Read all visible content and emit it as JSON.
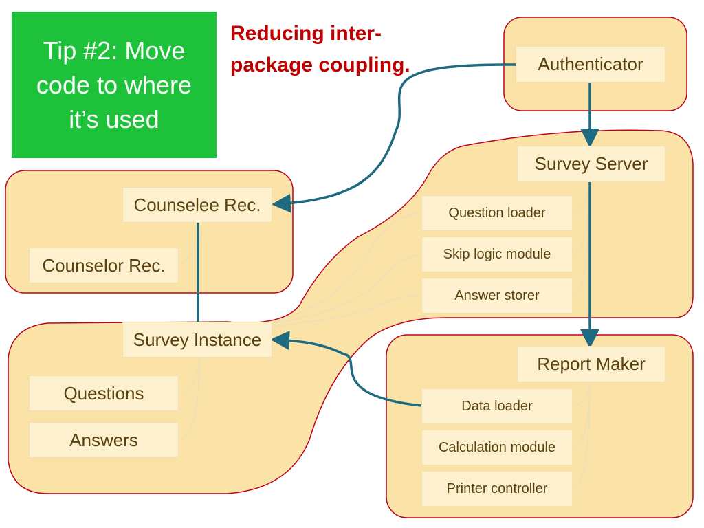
{
  "tip": {
    "text": "Tip #2: Move code to where it’s used"
  },
  "heading": "Reducing inter-package coupling.",
  "colors": {
    "tip_background": "#1ec23a",
    "heading": "#c00000",
    "package_fill": "#fbe3a8",
    "package_border": "#c0001a",
    "node_fill": "#fdf0cf",
    "node_text": "#5a4210",
    "arrow": "#1e6a80",
    "connector": "#efe0b4"
  },
  "nodes": {
    "authenticator": "Authenticator",
    "survey_server": "Survey Server",
    "question_loader": "Question loader",
    "skip_logic_module": "Skip logic module",
    "answer_storer": "Answer storer",
    "counselee_rec": "Counselee Rec.",
    "counselor_rec": "Counselor Rec.",
    "survey_instance": "Survey Instance",
    "questions": "Questions",
    "answers": "Answers",
    "report_maker": "Report Maker",
    "data_loader": "Data loader",
    "calculation_module": "Calculation module",
    "printer_controller": "Printer controller"
  },
  "edges": [
    {
      "from": "Authenticator",
      "to": "Counselee Rec."
    },
    {
      "from": "Authenticator",
      "to": "Survey Server"
    },
    {
      "from": "Survey Server",
      "to": "Report Maker"
    },
    {
      "from": "Counselee Rec.",
      "to": "Survey Instance"
    },
    {
      "from": "Data loader",
      "to": "Survey Instance"
    }
  ]
}
